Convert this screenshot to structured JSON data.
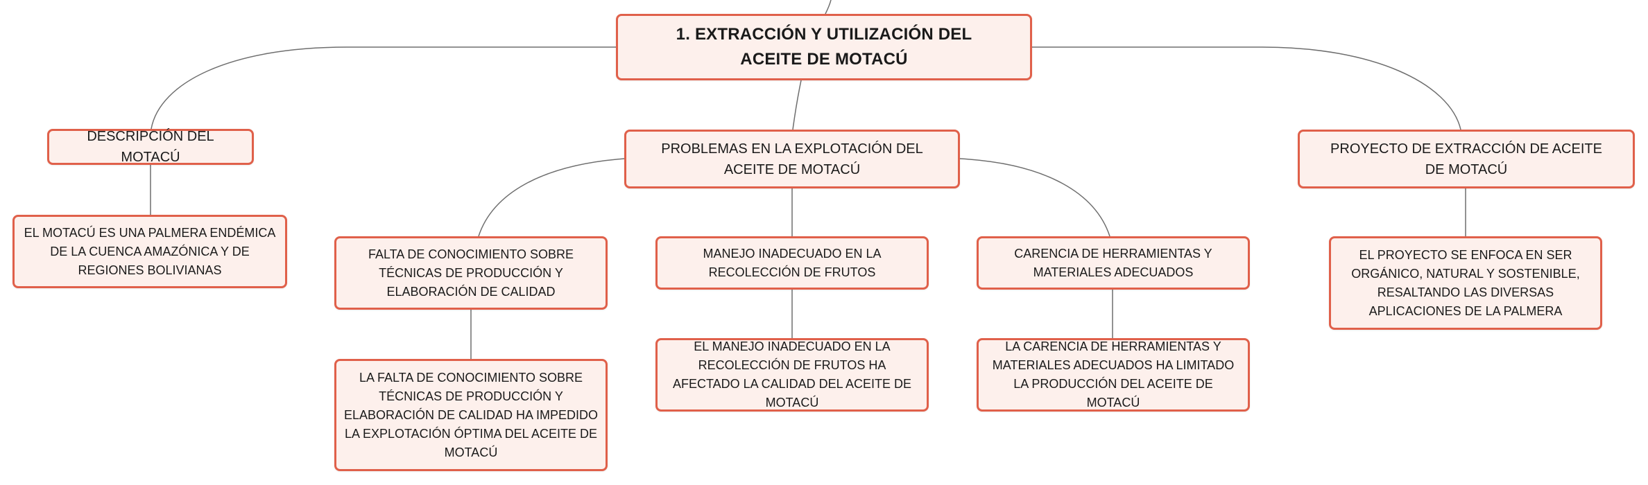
{
  "colors": {
    "node_fill": "#fdf0ec",
    "node_border": "#e0604a",
    "connector": "#6e6e6e",
    "text": "#1a1a1a"
  },
  "mindmap": {
    "root": {
      "label": "1. EXTRACCIÓN Y UTILIZACIÓN DEL ACEITE DE MOTACÚ"
    },
    "branches": [
      {
        "label": "DESCRIPCIÓN DEL MOTACÚ",
        "children": [
          {
            "label": "EL MOTACÚ ES UNA PALMERA ENDÉMICA DE LA CUENCA AMAZÓNICA Y DE REGIONES BOLIVIANAS"
          }
        ]
      },
      {
        "label": "PROBLEMAS EN LA EXPLOTACIÓN DEL ACEITE DE MOTACÚ",
        "children": [
          {
            "label": "FALTA DE CONOCIMIENTO SOBRE TÉCNICAS DE PRODUCCIÓN Y ELABORACIÓN DE CALIDAD",
            "detail": "LA FALTA DE CONOCIMIENTO SOBRE TÉCNICAS DE PRODUCCIÓN Y ELABORACIÓN DE CALIDAD HA IMPEDIDO LA EXPLOTACIÓN ÓPTIMA DEL ACEITE DE MOTACÚ"
          },
          {
            "label": "MANEJO INADECUADO EN LA RECOLECCIÓN DE FRUTOS",
            "detail": "EL MANEJO INADECUADO EN LA RECOLECCIÓN DE FRUTOS HA AFECTADO LA CALIDAD DEL ACEITE DE MOTACÚ"
          },
          {
            "label": "CARENCIA DE HERRAMIENTAS Y MATERIALES ADECUADOS",
            "detail": "LA CARENCIA DE HERRAMIENTAS Y MATERIALES ADECUADOS HA LIMITADO LA PRODUCCIÓN DEL ACEITE DE MOTACÚ"
          }
        ]
      },
      {
        "label": "PROYECTO DE EXTRACCIÓN DE ACEITE DE MOTACÚ",
        "children": [
          {
            "label": "EL PROYECTO SE ENFOCA EN SER ORGÁNICO, NATURAL Y SOSTENIBLE, RESALTANDO LAS DIVERSAS APLICACIONES DE LA PALMERA"
          }
        ]
      }
    ]
  }
}
